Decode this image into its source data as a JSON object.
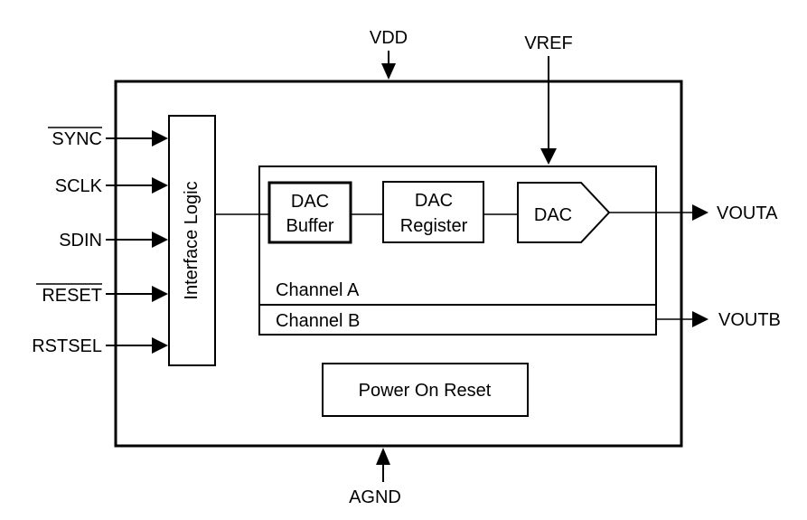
{
  "diagram": {
    "pins": {
      "vdd": "VDD",
      "vref": "VREF",
      "agnd": "AGND",
      "sync": "SYNC",
      "sclk": "SCLK",
      "sdin": "SDIN",
      "reset": "RESET",
      "rstsel": "RSTSEL",
      "vouta": "VOUTA",
      "voutb": "VOUTB"
    },
    "blocks": {
      "interface_logic": "Interface Logic",
      "dac_buffer_line1": "DAC",
      "dac_buffer_line2": "Buffer",
      "dac_register_line1": "DAC",
      "dac_register_line2": "Register",
      "dac": "DAC",
      "channel_a": "Channel A",
      "channel_b": "Channel B",
      "power_on_reset": "Power On Reset"
    }
  }
}
